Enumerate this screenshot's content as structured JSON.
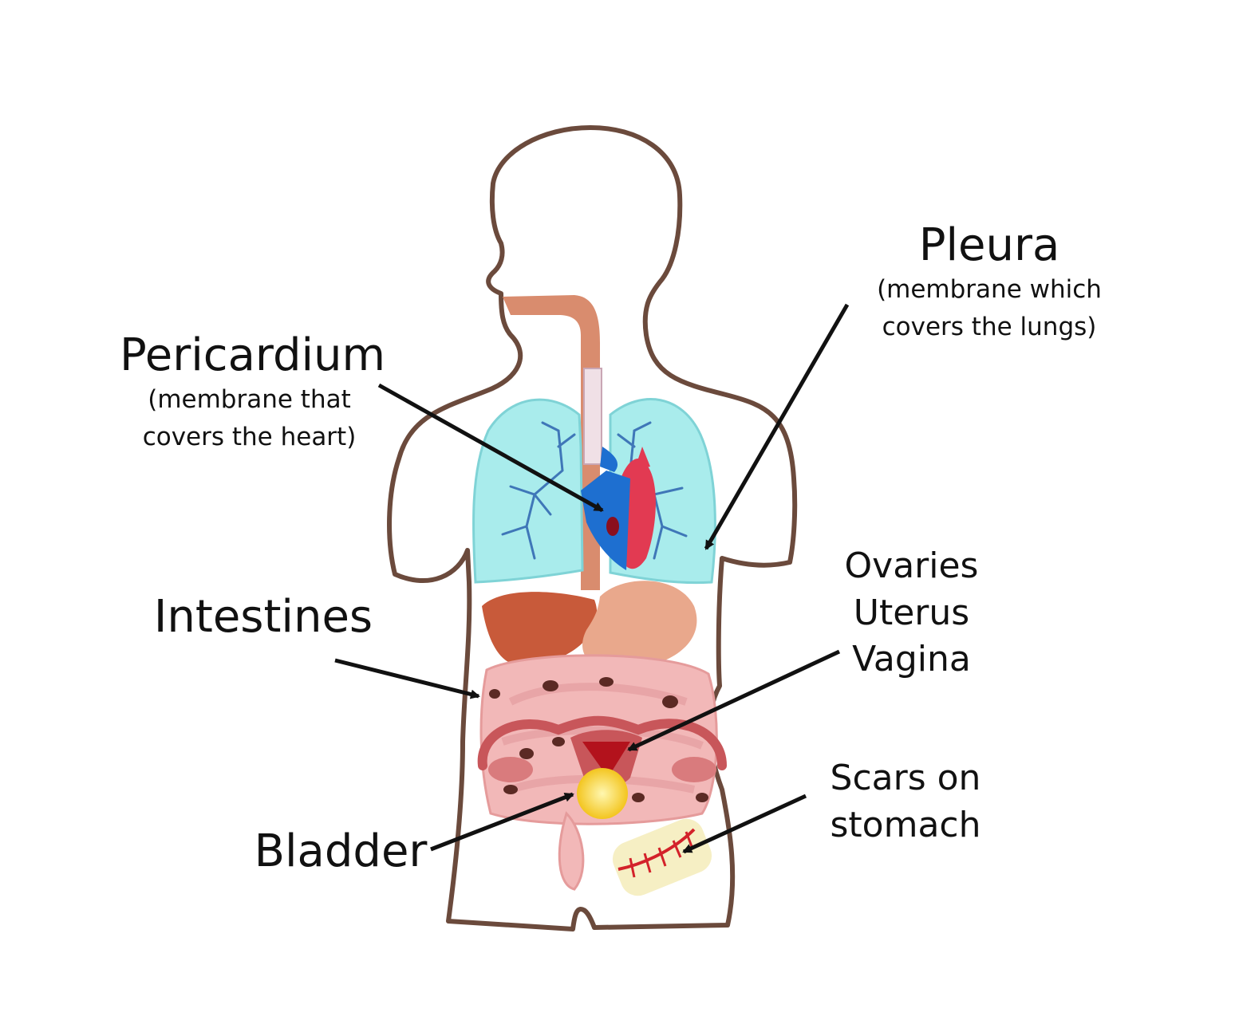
{
  "colors": {
    "outline": "#6b4a3c",
    "lung": "#a9ecec",
    "bronchi": "#3f77b8",
    "heart_red": "#e23a52",
    "heart_blue": "#1e6fd0",
    "liver": "#c85a3a",
    "stomach": "#e9a88c",
    "intestine": "#f2b8b8",
    "uterus": "#c8565a",
    "bladder": "#f7d23a",
    "scar_patch": "#f6efc4",
    "scar_line": "#d3222a",
    "arrow": "#111111"
  },
  "labels": {
    "pericardium": {
      "title": "Pericardium",
      "line1": "(membrane that",
      "line2": "covers the heart)"
    },
    "pleura": {
      "title": "Pleura",
      "line1": "(membrane which",
      "line2": "covers the lungs)"
    },
    "intestines": {
      "title": "Intestines"
    },
    "reproductive": {
      "line1": "Ovaries",
      "line2": "Uterus",
      "line3": "Vagina"
    },
    "bladder": {
      "title": "Bladder"
    },
    "scars": {
      "line1": "Scars on",
      "line2": "stomach"
    }
  }
}
